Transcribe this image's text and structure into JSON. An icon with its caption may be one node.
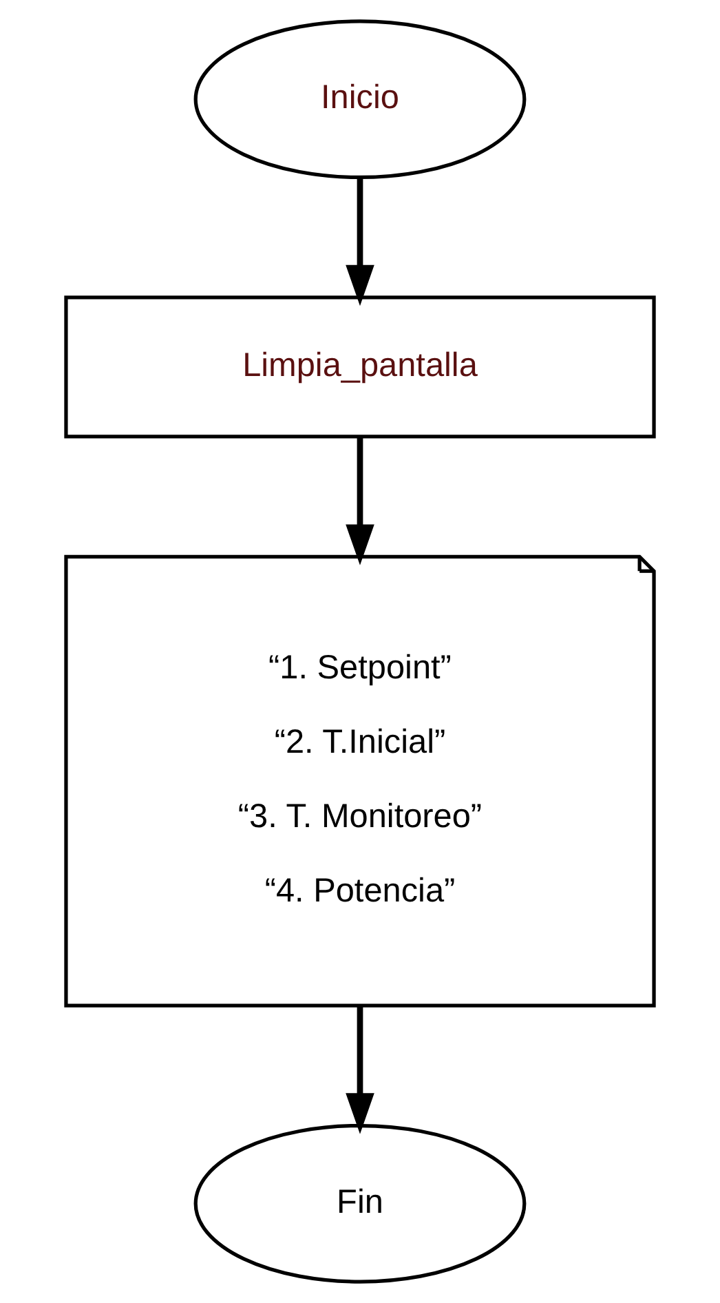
{
  "diagram": {
    "nodes": [
      {
        "text": [
          "Inicio"
        ]
      },
      {
        "text": [
          "Limpia_pantalla"
        ]
      },
      {
        "text": [
          "“1. Setpoint”",
          "“2. T.Inicial”",
          "“3. T. Monitoreo”",
          "“4. Potencia”"
        ]
      },
      {
        "text": [
          "Fin"
        ]
      }
    ],
    "edges": [
      {
        "from": 0,
        "to": 1,
        "arrow": "to"
      },
      {
        "from": 1,
        "to": 2,
        "arrow": "to"
      },
      {
        "from": 2,
        "to": 3,
        "arrow": "to"
      }
    ]
  }
}
